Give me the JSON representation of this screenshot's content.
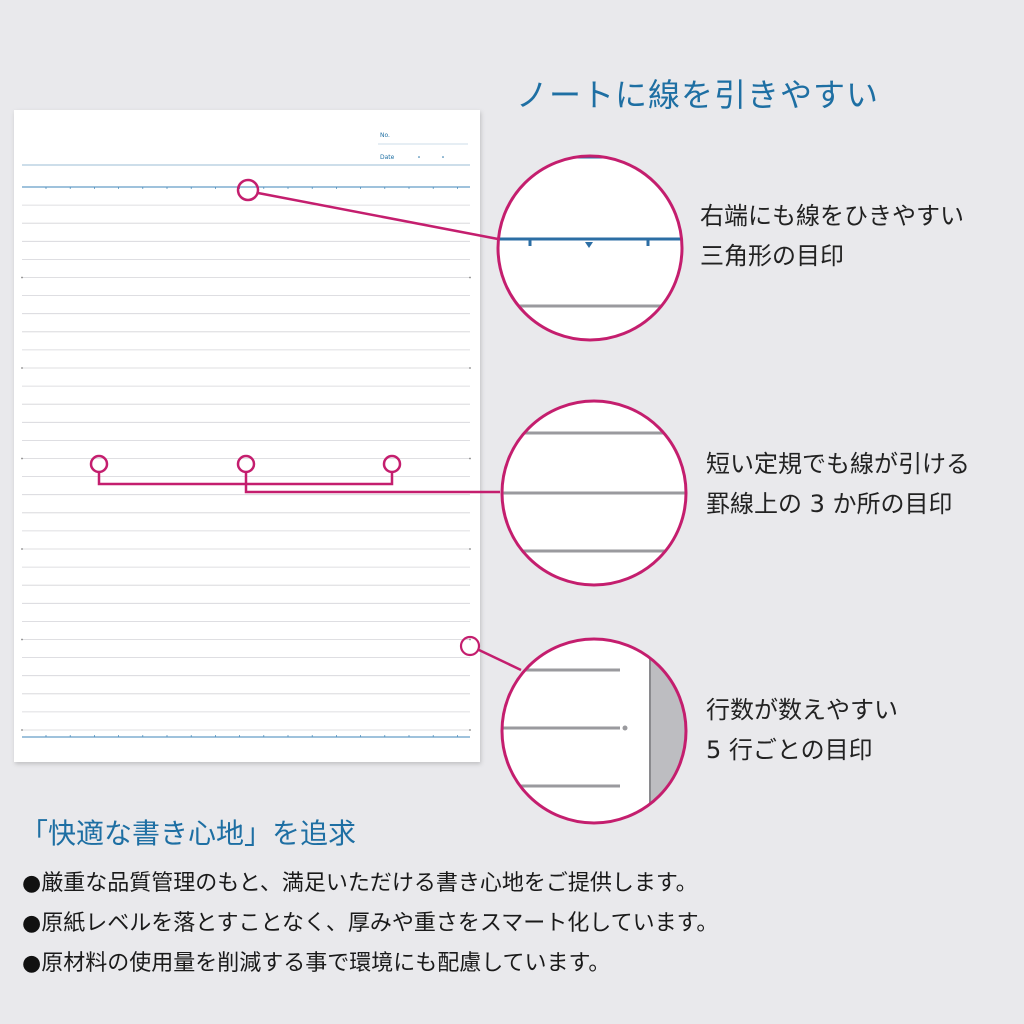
{
  "heading": "ノートに線を引きやすい",
  "paper": {
    "no_label": "No.",
    "date_label": "Date"
  },
  "callouts": [
    {
      "line1": "右端にも線をひきやすい",
      "line2": "三角形の目印"
    },
    {
      "line1": "短い定規でも線が引ける",
      "line2": "罫線上の 3 か所の目印"
    },
    {
      "line1": "行数が数えやすい",
      "line2": "5 行ごとの目印"
    }
  ],
  "subheading": "「快適な書き心地」を追求",
  "bullets": [
    "厳重な品質管理のもと、満足いただける書き心地をご提供します。",
    "原紙レベルを落とすことなく、厚みや重さをスマート化しています。",
    "原材料の使用量を削減する事で環境にも配慮しています。"
  ],
  "colors": {
    "accent_magenta": "#c41e6e",
    "accent_blue": "#1e6fa3",
    "rule_gray": "#c9c9cc",
    "background": "#e9e9ec"
  }
}
